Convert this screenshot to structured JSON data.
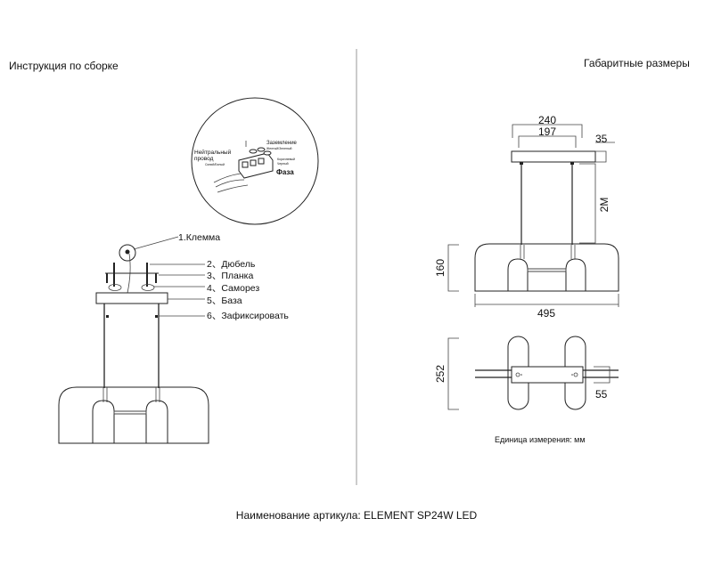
{
  "left_section": {
    "title": "Инструкция по сборке",
    "wiring_detail": {
      "neutral_label_1": "Нейтральный",
      "neutral_label_2": "провод",
      "neutral_colors": "Синий/Белый",
      "ground_label": "Заземление",
      "ground_colors": "Желтый/Зеленый",
      "phase_colors_1": "Коричневый",
      "phase_colors_2": "Черный",
      "phase_label": "Фаза"
    },
    "parts": [
      "1.Клемма",
      "2、Дюбель",
      "3、Планка",
      "4、Саморез",
      "5、База",
      "6、Зафиксировать"
    ]
  },
  "right_section": {
    "title": "Габаритные размеры",
    "dimensions": {
      "base_width": "240",
      "mount_spacing": "197",
      "base_height": "35",
      "cable_length": "2M",
      "shade_height": "160",
      "shade_width": "495",
      "depth": "252",
      "base_depth": "55"
    },
    "unit_note": "Единица измерения: мм"
  },
  "article_name": "Наименование артикула: ELEMENT SP24W LED"
}
